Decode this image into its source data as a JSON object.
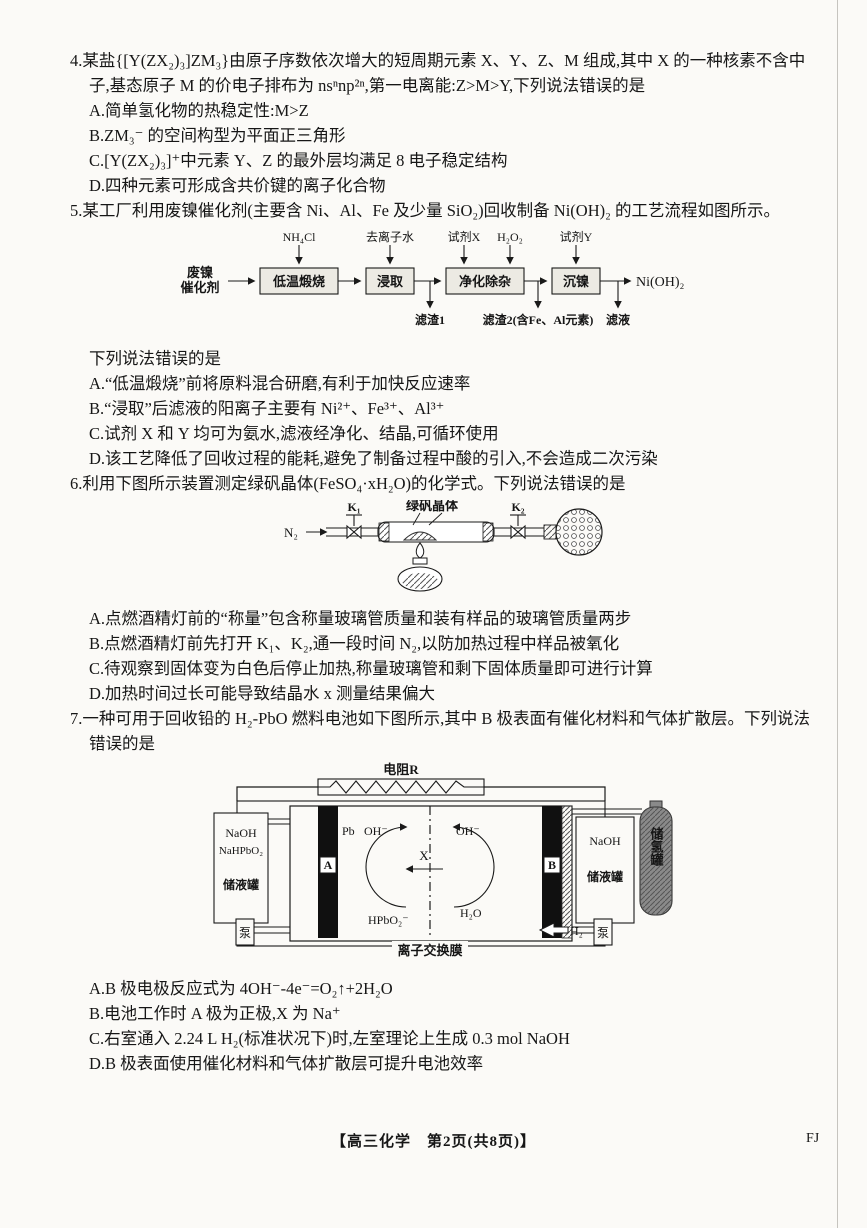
{
  "page": {
    "footer_center": "【高三化学　第2页(共8页)】",
    "footer_right": "FJ"
  },
  "q4": {
    "num": "4.",
    "stem": "某盐{[Y(ZX₂)₃]ZM₃}由原子序数依次增大的短周期元素 X、Y、Z、M 组成,其中 X 的一种核素不含中子,基态原子 M 的价电子排布为 nsⁿnp²ⁿ,第一电离能:Z>M>Y,下列说法错误的是",
    "options": [
      "A.简单氢化物的热稳定性:M>Z",
      "B.ZM₃⁻ 的空间构型为平面正三角形",
      "C.[Y(ZX₂)₃]⁺中元素 Y、Z 的最外层均满足 8 电子稳定结构",
      "D.四种元素可形成含共价键的离子化合物"
    ]
  },
  "q5": {
    "num": "5.",
    "stem": "某工厂利用废镍催化剂(主要含 Ni、Al、Fe 及少量 SiO₂)回收制备 Ni(OH)₂ 的工艺流程如图所示。",
    "flow": {
      "feed_line1": "废镍",
      "feed_line2": "催化剂",
      "top1": "NH₄Cl",
      "top2": "去离子水",
      "top3": "试剂X",
      "top4": "H₂O₂",
      "top5": "试剂Y",
      "box1": "低温煅烧",
      "box2": "浸取",
      "box3": "净化除杂",
      "box4": "沉镍",
      "product": "Ni(OH)₂",
      "out1": "滤渣1",
      "out2": "滤渣2(含Fe、Al元素)",
      "out3": "滤液"
    },
    "lead": "下列说法错误的是",
    "options": [
      "A.“低温煅烧”前将原料混合研磨,有利于加快反应速率",
      "B.“浸取”后滤液的阳离子主要有 Ni²⁺、Fe³⁺、Al³⁺",
      "C.试剂 X 和 Y 均可为氨水,滤液经净化、结晶,可循环使用",
      "D.该工艺降低了回收过程的能耗,避免了制备过程中酸的引入,不会造成二次污染"
    ]
  },
  "q6": {
    "num": "6.",
    "stem": "利用下图所示装置测定绿矾晶体(FeSO₄·xH₂O)的化学式。下列说法错误的是",
    "apparatus": {
      "gas": "N₂",
      "valve1": "K₁",
      "valve2": "K₂",
      "sample": "绿矾晶体"
    },
    "options": [
      "A.点燃酒精灯前的“称量”包含称量玻璃管质量和装有样品的玻璃管质量两步",
      "B.点燃酒精灯前先打开 K₁、K₂,通一段时间 N₂,以防加热过程中样品被氧化",
      "C.待观察到固体变为白色后停止加热,称量玻璃管和剩下固体质量即可进行计算",
      "D.加热时间过长可能导致结晶水 x 测量结果偏大"
    ]
  },
  "q7": {
    "num": "7.",
    "stem": "一种可用于回收铅的 H₂-PbO 燃料电池如下图所示,其中 B 极表面有催化材料和气体扩散层。下列说法错误的是",
    "cell": {
      "resistor": "电阻R",
      "left_tank_line1": "NaOH",
      "left_tank_line2": "NaHPbO₂",
      "left_tank_line3": "储液罐",
      "electrode_a": "A",
      "electrode_b": "B",
      "pb": "Pb",
      "oh_left": "OH⁻",
      "oh_right": "OH⁻",
      "x": "X",
      "hpbo2": "HPbO₂⁻",
      "h2o": "H₂O",
      "right_tank_line1": "NaOH",
      "right_tank_line2": "储液罐",
      "h2_tank": "储氢罐",
      "pump_left": "泵",
      "pump_right": "泵",
      "h2_in": "H₂",
      "membrane": "离子交换膜"
    },
    "options": [
      "A.B 极电极反应式为 4OH⁻-4e⁻=O₂↑+2H₂O",
      "B.电池工作时 A 极为正极,X 为 Na⁺",
      "C.右室通入 2.24 L H₂(标准状况下)时,左室理论上生成 0.3 mol NaOH",
      "D.B 极表面使用催化材料和气体扩散层可提升电池效率"
    ]
  }
}
